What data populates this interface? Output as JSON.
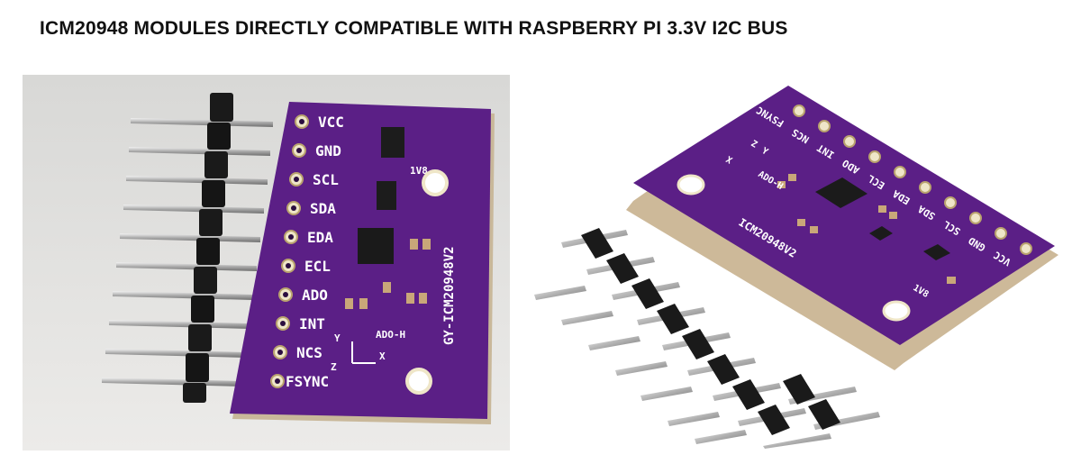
{
  "title": "ICM20948 MODULES DIRECTLY COMPATIBLE WITH RASPBERRY PI 3.3V I2C BUS",
  "board": {
    "pins": [
      "VCC",
      "GND",
      "SCL",
      "SDA",
      "EDA",
      "ECL",
      "ADO",
      "INT",
      "NCS",
      "FSYNC"
    ],
    "model_label": "GY-ICM20948V2",
    "model_label_right": "ICM20948V2",
    "jumper_label": "ADO-H",
    "regulator_label": "1V8",
    "axis_x": "X",
    "axis_y": "Y",
    "axis_z": "Z",
    "pcb_color": "#5b1f86",
    "pcb_edge_color": "#c9b89a"
  }
}
